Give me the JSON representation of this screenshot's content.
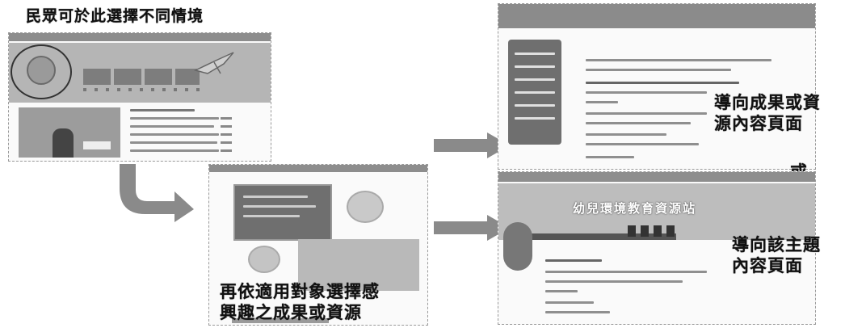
{
  "labels": {
    "top_caption": "民眾可於此選擇不同情境",
    "bottom_caption_line1": "再依適用對象選擇感",
    "bottom_caption_line2": "興趣之成果或資源",
    "right_top_line1": "導向成果或資",
    "right_top_line2": "源內容頁面",
    "or_text": "或",
    "right_bottom_line1": "導向該主題",
    "right_bottom_line2": "內容頁面",
    "banner_title": "幼兒環境教育資源站"
  },
  "colors": {
    "arrow": "#8a8a8a",
    "screenshot_fill": "#a3a3a3",
    "panel_dark": "#6f6f6f"
  }
}
